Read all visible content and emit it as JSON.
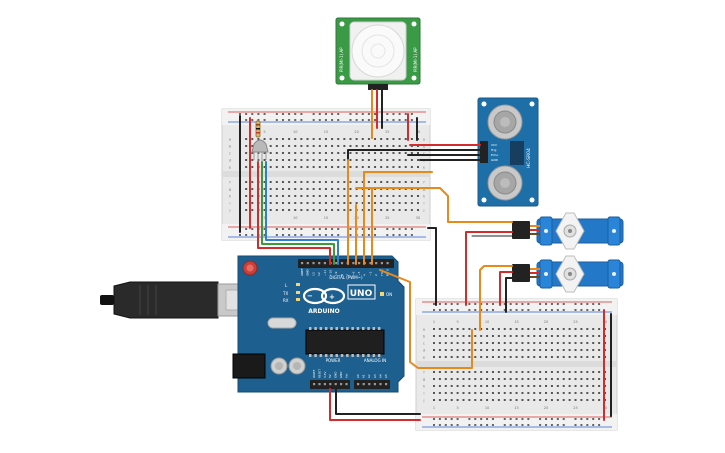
{
  "arduino": {
    "logo_text": "ARDUINO",
    "model": "UNO",
    "digital_label": "DIGITAL (PWM~)",
    "analog_label": "ANALOG IN",
    "power_label": "POWER",
    "tx_label": "TX",
    "rx_label": "RX",
    "l_label": "L",
    "on_label": "ON",
    "digital_pins": [
      "AREF",
      "GND",
      "13",
      "12",
      "~11",
      "~10",
      "~9",
      "8",
      "7",
      "~6",
      "~5",
      "4",
      "~3",
      "2",
      "TX 1",
      "RX 0"
    ],
    "power_pins": [
      "IOREF",
      "RESET",
      "3.3V",
      "5V",
      "GND",
      "GND",
      "Vin"
    ],
    "analog_pins": [
      "A0",
      "A1",
      "A2",
      "A3",
      "A4",
      "A5"
    ]
  },
  "pir": {
    "left_text": "PIR(MI-1) AP",
    "right_text": "PIR(MI-1) AP"
  },
  "ultrasonic": {
    "model": "HC-SR04",
    "pins": [
      "VCC",
      "Trig",
      "Echo",
      "GND"
    ]
  },
  "breadboard_top": {
    "columns": [
      "1",
      "",
      "",
      "",
      "5",
      "",
      "",
      "",
      "",
      "10",
      "",
      "",
      "",
      "",
      "15",
      "",
      "",
      "",
      "",
      "20",
      "",
      "",
      "",
      "",
      "25",
      "",
      "",
      "",
      "",
      "30"
    ],
    "rows_upper": [
      "a",
      "b",
      "c",
      "d",
      "e"
    ],
    "rows_lower": [
      "f",
      "g",
      "h",
      "i",
      "j"
    ]
  },
  "breadboard_bottom": {
    "columns": [
      "1",
      "",
      "",
      "",
      "5",
      "",
      "",
      "",
      "",
      "10",
      "",
      "",
      "",
      "",
      "15",
      "",
      "",
      "",
      "",
      "20",
      "",
      "",
      "",
      "",
      "25",
      "",
      "",
      "",
      "",
      "30"
    ],
    "rows_upper": [
      "a",
      "b",
      "c",
      "d",
      "e"
    ],
    "rows_lower": [
      "f",
      "g",
      "h",
      "i",
      "j"
    ]
  },
  "colors": {
    "board": "#1d5f8f",
    "breadboard": "#eeeeee",
    "wire_orange": "#e8891c",
    "wire_red": "#d42c2c",
    "wire_black": "#222222",
    "wire_green": "#3a9b3a",
    "wire_blue": "#2d7fd1",
    "servo": "#2478c8",
    "sensor_board": "#1e6fa8",
    "pir_board": "#3b9a45"
  }
}
